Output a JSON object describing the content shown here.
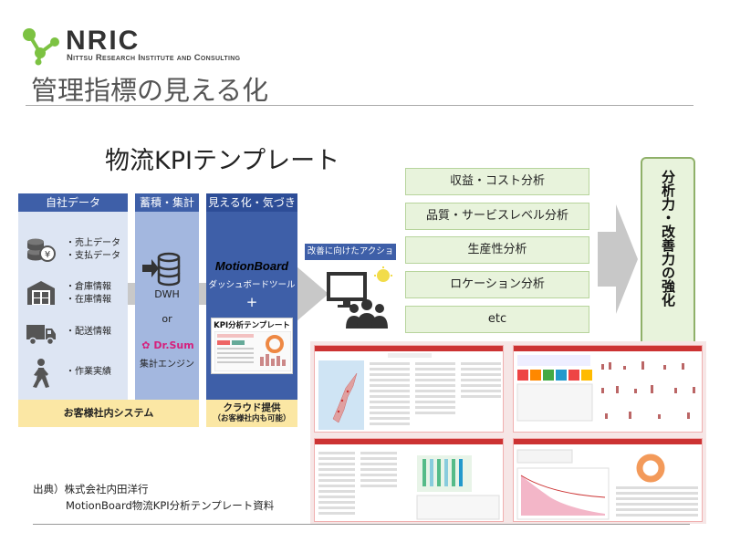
{
  "header": {
    "logo_name": "NRIC",
    "logo_subtitle": "Nittsu Research Institute and Consulting",
    "page_title": "管理指標の見える化"
  },
  "section_title": "物流KPIテンプレート",
  "columns": {
    "company_data": {
      "header": "自社データ",
      "items": [
        {
          "icon": "coins-yen-icon",
          "line1": "・売上データ",
          "line2": "・支払データ"
        },
        {
          "icon": "warehouse-icon",
          "line1": "・倉庫情報",
          "line2": "・在庫情報"
        },
        {
          "icon": "truck-icon",
          "line1": "・配送情報",
          "line2": ""
        },
        {
          "icon": "walking-person-icon",
          "line1": "・作業実績",
          "line2": ""
        }
      ]
    },
    "accumulate": {
      "header": "蓄積・集計",
      "dwh": "DWH",
      "or": "or",
      "drsum": "Dr.Sum",
      "drsum_sub": "集計エンジン"
    },
    "visualize": {
      "header": "見える化・気づき",
      "mb_title": "MotionBoard",
      "mb_sub": "ダッシュボードツール",
      "plus": "+",
      "kpi_card_title": "KPI分析テンプレート"
    },
    "customer_system": "お客様社内システム",
    "cloud": "クラウド提供",
    "cloud_sub": "（お客様社内も可能）"
  },
  "action": {
    "header": "改善に向けたアクション"
  },
  "analysis": [
    "収益・コスト分析",
    "品質・サービスレベル分析",
    "生産性分析",
    "ロケーション分析",
    "etc"
  ],
  "result": "分析力・改善力の強化",
  "source": {
    "line1": "出典）株式会社内田洋行",
    "line2": "MotionBoard物流KPI分析テンプレート資料"
  },
  "colors": {
    "primary_blue": "#3e5fa8",
    "light_blue": "#dde5f3",
    "mid_blue": "#a3b7df",
    "yellow": "#fbe7a4",
    "green_box": "#e8f3dc",
    "logo_green": "#7cc242"
  }
}
